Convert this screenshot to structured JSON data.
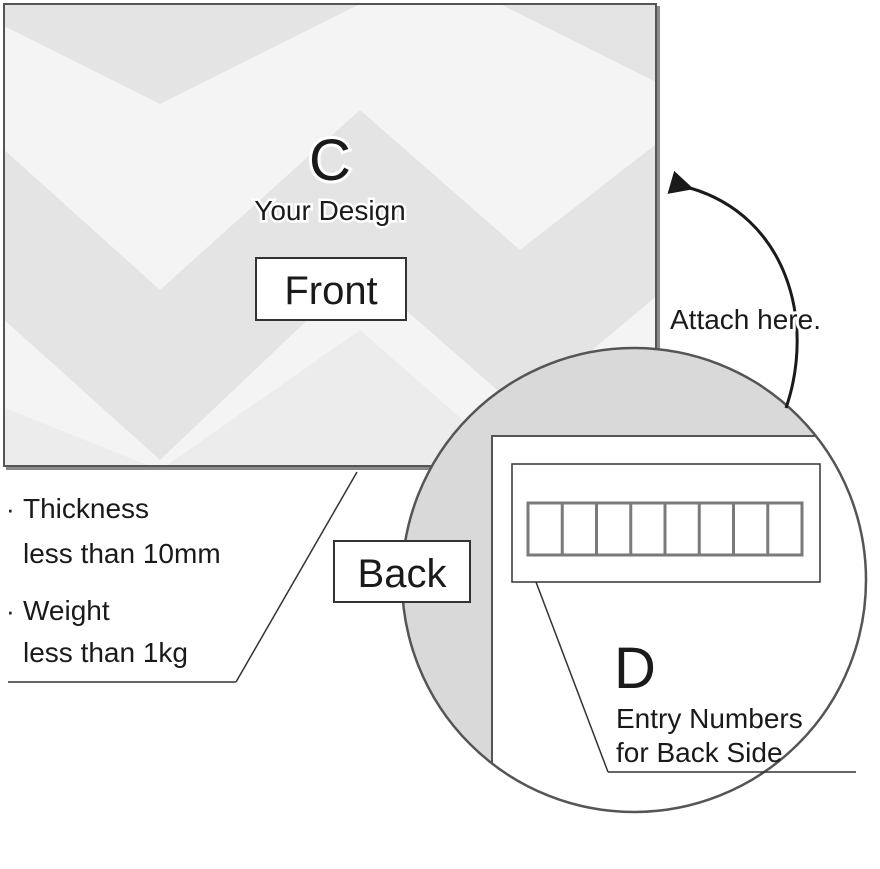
{
  "front_panel": {
    "letter": "C",
    "design_label": "Your Design",
    "side_label": "Front"
  },
  "attach_label": "Attach here.",
  "specs": [
    {
      "bullet": "·",
      "line1": "Thickness",
      "line2": "less than 10mm"
    },
    {
      "bullet": "·",
      "line1": "Weight",
      "line2": "less than 1kg"
    }
  ],
  "back_panel": {
    "side_label": "Back",
    "letter": "D",
    "entry_line1": "Entry Numbers",
    "entry_line2": "for Back Side",
    "entry_box_count": 8
  },
  "colors": {
    "background": "#ffffff",
    "card_light": "#f4f4f4",
    "chevron": "#e4e4e4",
    "outline": "#555555",
    "zoom_circle": "#d9d9d9",
    "text": "#1a1a1a",
    "entry_box": "#7a7a7a"
  }
}
